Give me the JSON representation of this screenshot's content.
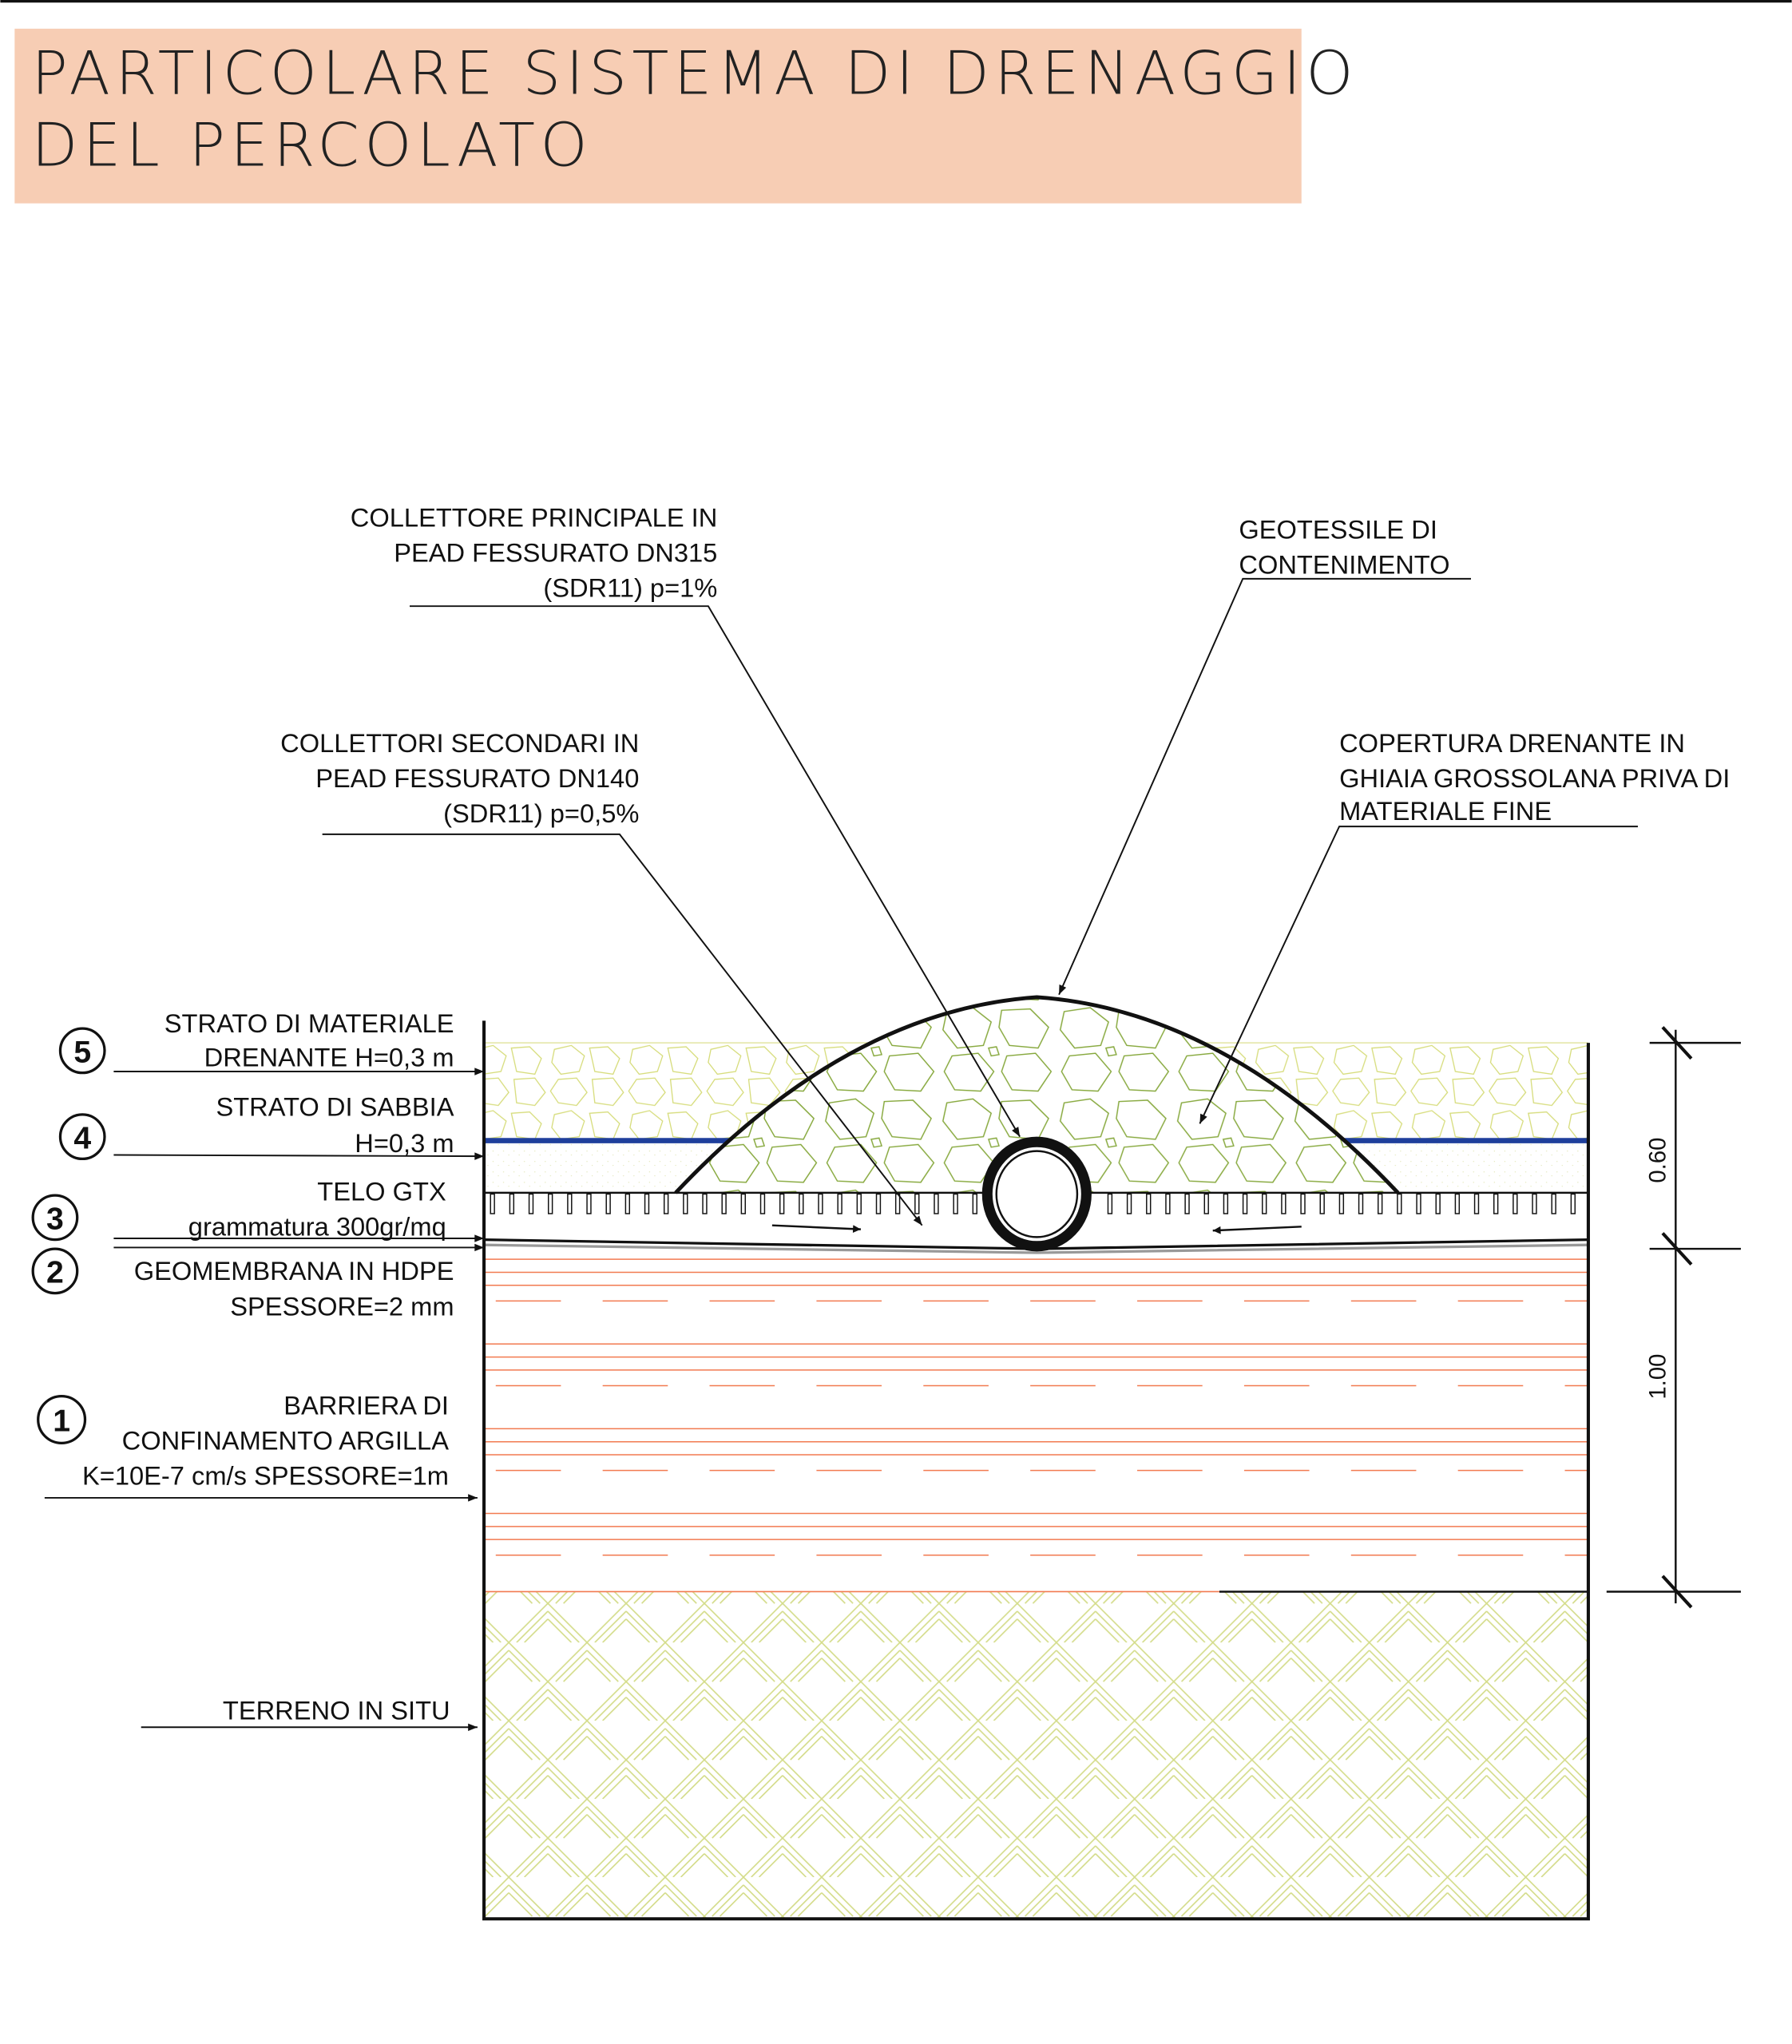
{
  "title": {
    "line1": "PARTICOLARE SISTEMA DI DRENAGGIO",
    "line2": "DEL PERCOLATO",
    "background": "#f7cdb4"
  },
  "callouts": {
    "main_collector": [
      "COLLETTORE PRINCIPALE IN",
      "PEAD FESSURATO DN315",
      "(SDR11) p=1%"
    ],
    "geotextile": [
      "GEOTESSILE DI",
      "CONTENIMENTO"
    ],
    "secondary_collectors": [
      "COLLETTORI SECONDARI IN",
      "PEAD FESSURATO DN140",
      "(SDR11) p=0,5%"
    ],
    "cover": [
      "COPERTURA DRENANTE IN",
      "GHIAIA GROSSOLANA PRIVA DI",
      "MATERIALE FINE"
    ]
  },
  "layers": [
    {
      "num": "5",
      "lines": [
        "STRATO DI MATERIALE",
        "DRENANTE H=0,3 m"
      ]
    },
    {
      "num": "4",
      "lines": [
        "STRATO DI SABBIA",
        "H=0,3 m"
      ]
    },
    {
      "num": "3",
      "lines": [
        "TELO GTX",
        "grammatura 300gr/mq"
      ]
    },
    {
      "num": "2",
      "lines": [
        "GEOMEMBRANA IN HDPE",
        "SPESSORE=2 mm"
      ]
    },
    {
      "num": "1",
      "lines": [
        "BARRIERA DI",
        "CONFINAMENTO ARGILLA",
        "K=10E-7 cm/s SPESSORE=1m"
      ]
    }
  ],
  "ground": "TERRENO IN SITU",
  "dimensions": {
    "upper": "0.60",
    "lower": "1.00"
  },
  "colors": {
    "clay": "#f27a50",
    "sand_line": "#1f3f9c",
    "gravel": "#d6dc7a",
    "gravel_dark": "#86a83c",
    "soil": "#d4dc8a"
  }
}
